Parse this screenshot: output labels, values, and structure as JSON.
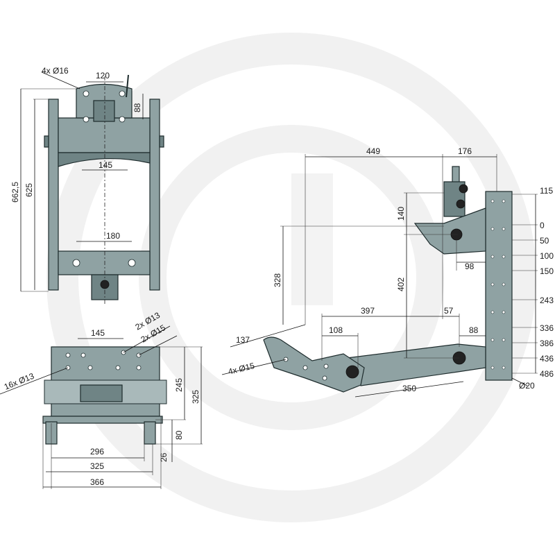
{
  "watermark_icon": "circular-logo-watermark",
  "colors": {
    "part": "#8fa2a3",
    "part_dark": "#6f8485",
    "line": "#1d2b2c",
    "watermark": "#f1f1f1"
  },
  "front_view": {
    "holes_label": "4x Ø16",
    "top_width": "120",
    "top_height": "88",
    "cross_width": "145",
    "total_height": "662,5",
    "frame_height": "625",
    "bottom_width": "180"
  },
  "top_view": {
    "holes_a": "2x Ø13",
    "holes_b": "2x Ø15",
    "holes_c": "16x Ø13",
    "top_width": "145",
    "height_inner": "245",
    "height_outer": "325",
    "foot_height": "80",
    "foot_gap": "26",
    "width_296": "296",
    "width_325": "325",
    "width_366": "366"
  },
  "side_view": {
    "dim_449": "449",
    "dim_176": "176",
    "dim_140": "140",
    "dim_98": "98",
    "dim_328": "328",
    "dim_402": "402",
    "dim_397": "397",
    "dim_57": "57",
    "dim_108": "108",
    "dim_88": "88",
    "dim_137": "137",
    "holes_label": "4x Ø15",
    "dim_350": "350",
    "rail_scale": [
      "115",
      "0",
      "50",
      "100",
      "150",
      "243",
      "336",
      "386",
      "436",
      "486"
    ],
    "rail_hole": "Ø20"
  }
}
